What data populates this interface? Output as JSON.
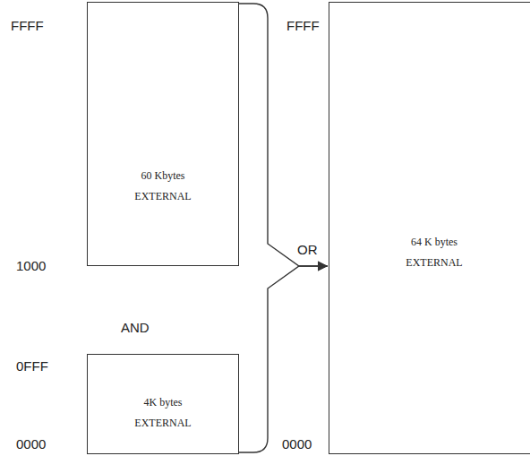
{
  "diagram": {
    "nodes": [
      {
        "text": [
          "60 Kbytes",
          "EXTERNAL"
        ]
      },
      {
        "text": [
          "4K bytes",
          "EXTERNAL"
        ]
      },
      {
        "text": [
          "64 K bytes",
          "EXTERNAL"
        ]
      }
    ],
    "edges": [
      {
        "from": 0,
        "to": 2,
        "arrow": "to"
      },
      {
        "from": 1,
        "to": 2,
        "arrow": "to"
      }
    ],
    "labels": [
      "FFFF",
      "1000",
      "AND",
      "0FFF",
      "0000",
      "FFFF",
      "OR",
      "0000"
    ]
  }
}
